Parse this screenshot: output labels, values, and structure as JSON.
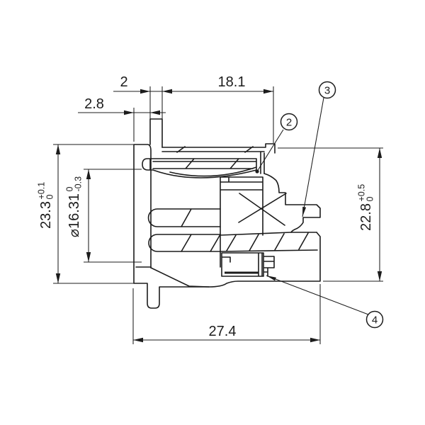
{
  "drawing": {
    "type": "technical-drawing-cross-section",
    "colors": {
      "line": "#1c1c1c",
      "background": "#ffffff"
    },
    "dimensions": {
      "neck_width": {
        "value": "2"
      },
      "body_depth": {
        "value": "18.1"
      },
      "flange_thickness": {
        "value": "2.8"
      },
      "overall_depth": {
        "value": "27.4"
      },
      "flange_height": {
        "value": "23.3",
        "tol_upper": "+0.1",
        "tol_lower": "0"
      },
      "barrel_diameter": {
        "value": "⌀16.31",
        "tol_upper": "0",
        "tol_lower": "-0.3"
      },
      "housing_height": {
        "value": "22.8",
        "tol_upper": "+0.5",
        "tol_lower": "0"
      }
    },
    "balloons": {
      "b2": {
        "label": "2"
      },
      "b3": {
        "label": "3"
      },
      "b4": {
        "label": "4"
      }
    }
  }
}
